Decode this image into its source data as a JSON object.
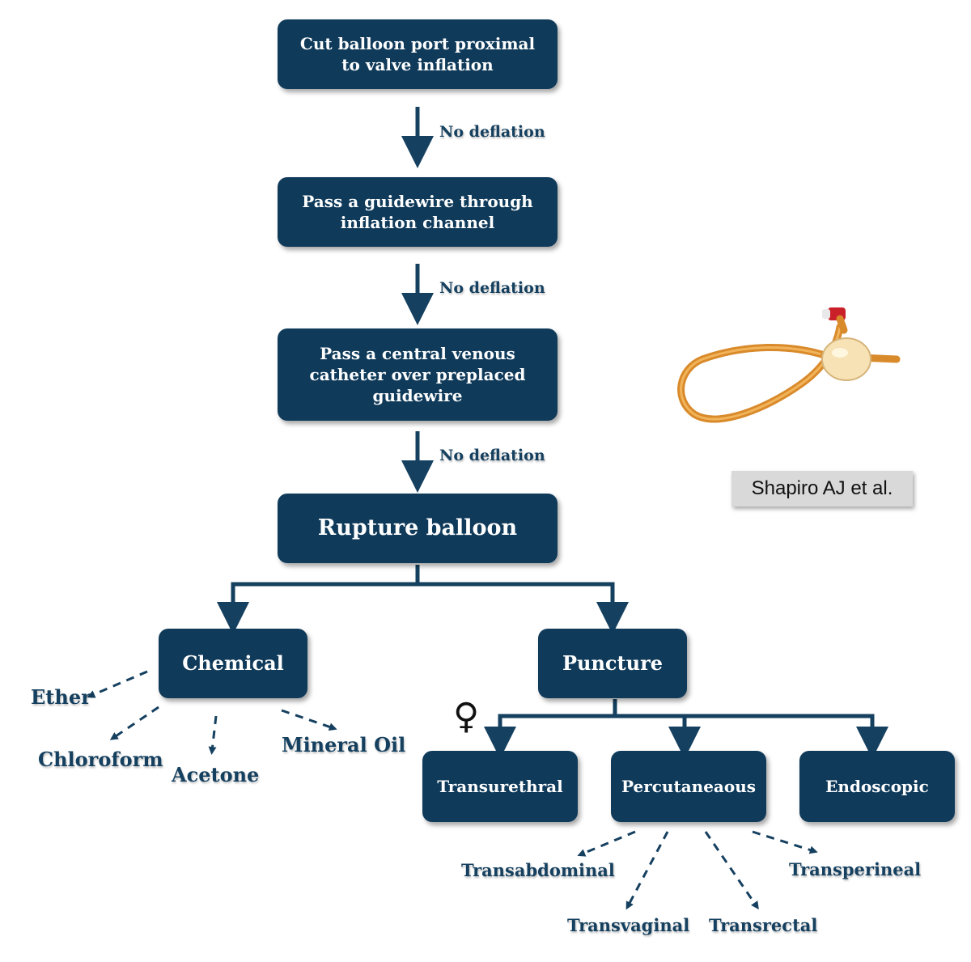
{
  "steps": {
    "cut_port": "Cut balloon port proximal to valve inflation",
    "guidewire": "Pass a guidewire through inflation channel",
    "cvc": "Pass a central venous catheter over preplaced guidewire",
    "rupture": "Rupture balloon"
  },
  "edge_labels": {
    "first": "No deflation",
    "second": "No deflation",
    "third": "No deflation"
  },
  "methods": {
    "chemical": "Chemical",
    "puncture": "Puncture"
  },
  "chemicals": [
    "Ether",
    "Chloroform",
    "Acetone",
    "Mineral Oil"
  ],
  "puncture_routes": [
    "Transurethral",
    "Percutaneaous",
    "Endoscopic"
  ],
  "female_symbol": "♀",
  "percutaneous_routes": [
    "Transabdominal",
    "Transvaginal",
    "Transrectal",
    "Transperineal"
  ],
  "citation": "Shapiro AJ et al.",
  "colors": {
    "box": "#0f3a5a",
    "text_dark": "#15405f",
    "citation_bg": "#d9d9d9"
  },
  "icons": {
    "catheter": "foley-catheter-image"
  }
}
